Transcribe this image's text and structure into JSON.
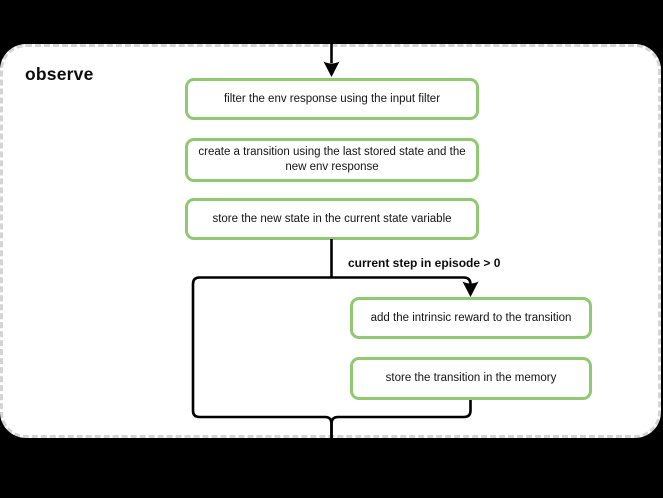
{
  "canvas": {
    "background_color": "#000000"
  },
  "group": {
    "title": "observe",
    "frame_border_color": "#d4d4d4",
    "frame_background_color": "#ffffff"
  },
  "flow": {
    "node_border_color": "#91c873",
    "connector_color": "#000000",
    "branch_label": "current step in episode > 0",
    "boxes": [
      {
        "id": "filter-env-response",
        "label": "filter the env response using the input filter"
      },
      {
        "id": "create-transition",
        "label": "create a transition using the last stored state and the new env response"
      },
      {
        "id": "store-new-state",
        "label": "store the new state in the current state variable"
      },
      {
        "id": "add-intrinsic-reward",
        "label": "add the intrinsic reward to the transition"
      },
      {
        "id": "store-transition",
        "label": "store the transition in the memory"
      }
    ]
  }
}
